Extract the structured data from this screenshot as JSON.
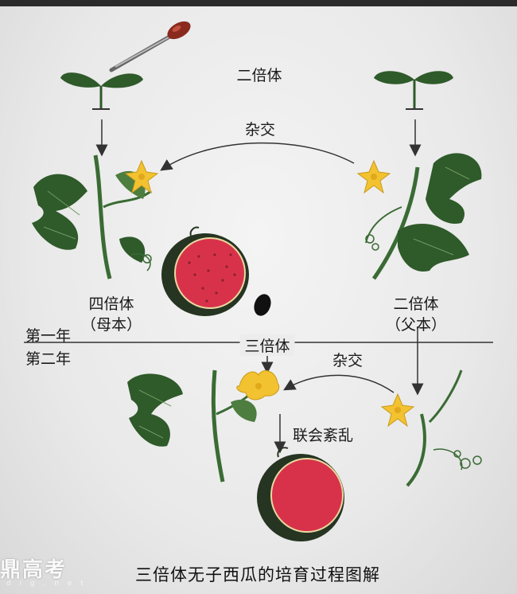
{
  "labels": {
    "diploid_top": "二倍体",
    "cross_top": "杂交",
    "tetraploid_line1": "四倍体",
    "tetraploid_line2": "（母本）",
    "diploid_right_line1": "二倍体",
    "diploid_right_line2": "（父本）",
    "year_one": "第一年",
    "year_two": "第二年",
    "triploid": "三倍体",
    "cross_bottom": "杂交",
    "synapsis_disorder": "联会紊乱"
  },
  "caption": "三倍体无子西瓜的培育过程图解",
  "watermark": {
    "brand": "鼎高考",
    "sub": "d i g . n e t"
  },
  "colors": {
    "background": "#ececec",
    "leaf": "#2f5a2a",
    "leaf_light": "#4d7d3f",
    "flower": "#f2c230",
    "melon_flesh": "#d8324b",
    "melon_rind": "#2c3a26",
    "arrow": "#333333"
  },
  "icons": [
    "dropper-icon",
    "seedling-icon",
    "watermelon-icon",
    "seed-icon",
    "flower-icon"
  ]
}
